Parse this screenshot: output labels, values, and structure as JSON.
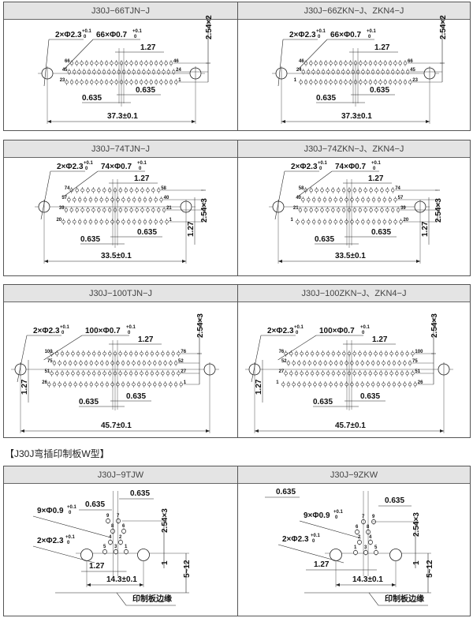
{
  "panels": [
    {
      "title": "J30J−66TJN−J",
      "hole_spec": "2×Φ2.3",
      "tol_upper": "+0.1",
      "tol_lower": "0",
      "pin_spec": "66×Φ0.7",
      "pitch": "1.27",
      "offset": "0.635",
      "width": "37.3±0.1",
      "height": "2.54×2",
      "counts": [
        21,
        22,
        23
      ],
      "row_labels": [
        [
          "66",
          "46"
        ],
        [
          "45",
          "24"
        ],
        [
          "23",
          "1"
        ]
      ]
    },
    {
      "title": "J30J−66ZKN−J、ZKN4−J",
      "hole_spec": "2×Φ2.3",
      "tol_upper": "+0.1",
      "tol_lower": "0",
      "pin_spec": "66×Φ0.7",
      "pitch": "1.27",
      "offset": "0.635",
      "width": "37.3±0.1",
      "height": "2.54×2",
      "counts": [
        21,
        22,
        23
      ],
      "row_labels": [
        [
          "46",
          "66"
        ],
        [
          "24",
          "45"
        ],
        [
          "1",
          "23"
        ]
      ]
    },
    {
      "title": "J30J−74TJN−J",
      "hole_spec": "2×Φ2.3",
      "tol_upper": "+0.1",
      "tol_lower": "0",
      "pin_spec": "74×Φ0.7",
      "pitch": "1.27",
      "offset": "0.635",
      "width": "33.5±0.1",
      "height": "2.54×3",
      "row_offset": "1.27",
      "counts": [
        17,
        18,
        19,
        20
      ],
      "row_labels": [
        [
          "74",
          "58"
        ],
        [
          "57",
          "40"
        ],
        [
          "39",
          "21"
        ],
        [
          "20",
          "1"
        ]
      ]
    },
    {
      "title": "J30J−74ZKN−J、ZKN4−J",
      "hole_spec": "2×Φ2.3",
      "tol_upper": "+0.1",
      "tol_lower": "0",
      "pin_spec": "74×Φ0.7",
      "pitch": "1.27",
      "offset": "0.635",
      "width": "33.5±0.1",
      "height": "2.54×3",
      "row_offset": "1.27",
      "counts": [
        17,
        18,
        19,
        20
      ],
      "row_labels": [
        [
          "58",
          "74"
        ],
        [
          "40",
          "57"
        ],
        [
          "21",
          "39"
        ],
        [
          "1",
          "20"
        ]
      ]
    },
    {
      "title": "J30J−100TJN−J",
      "hole_spec": "2×Φ2.3",
      "tol_upper": "+0.1",
      "tol_lower": "0",
      "pin_spec": "100×Φ0.7",
      "pitch": "1.27",
      "offset": "0.635",
      "width": "45.7±0.1",
      "height": "2.54×3",
      "row_offset": "1.27",
      "counts": [
        25,
        24,
        25,
        26
      ],
      "row_labels": [
        [
          "100",
          "76"
        ],
        [
          "75",
          "52"
        ],
        [
          "51",
          "27"
        ],
        [
          "26",
          "1"
        ]
      ]
    },
    {
      "title": "J30J−100ZKN−J、ZKN4−J",
      "hole_spec": "2×Φ2.3",
      "tol_upper": "+0.1",
      "tol_lower": "0",
      "pin_spec": "100×Φ0.7",
      "pitch": "1.27",
      "offset": "0.635",
      "width": "45.7±0.1",
      "height": "2.54×3",
      "row_offset": "1.27",
      "counts": [
        25,
        24,
        25,
        26
      ],
      "row_labels": [
        [
          "76",
          "100"
        ],
        [
          "52",
          "75"
        ],
        [
          "27",
          "51"
        ],
        [
          "1",
          "26"
        ]
      ]
    }
  ],
  "section_title": "【J30J弯插印制板W型】",
  "w_panels": [
    {
      "title": "J30J−9TJW",
      "pin_spec": "9×Φ0.9",
      "hole_spec": "2×Φ2.3",
      "tol_upper": "+0.1",
      "tol_lower": "0",
      "offset": "0.635",
      "pitch": "1.27",
      "width": "14.3±0.1",
      "height": "2.54×3",
      "gap": "1",
      "range": "5~12",
      "edge_label": "印制板边缘",
      "pins": [
        "9",
        "7",
        "8",
        "6",
        "4",
        "2",
        "5",
        "3",
        "1"
      ]
    },
    {
      "title": "J30J−9ZKW",
      "pin_spec": "9×Φ0.9",
      "hole_spec": "2×Φ2.3",
      "tol_upper": "+0.1",
      "tol_lower": "0",
      "offset": "0.635",
      "pitch": "1.27",
      "width": "14.3±0.1",
      "height": "2.54×3",
      "gap": "1",
      "range": "5~12",
      "edge_label": "印制板边缘",
      "pins": [
        "7",
        "9",
        "6",
        "8",
        "2",
        "4",
        "1",
        "3",
        "5"
      ]
    }
  ]
}
